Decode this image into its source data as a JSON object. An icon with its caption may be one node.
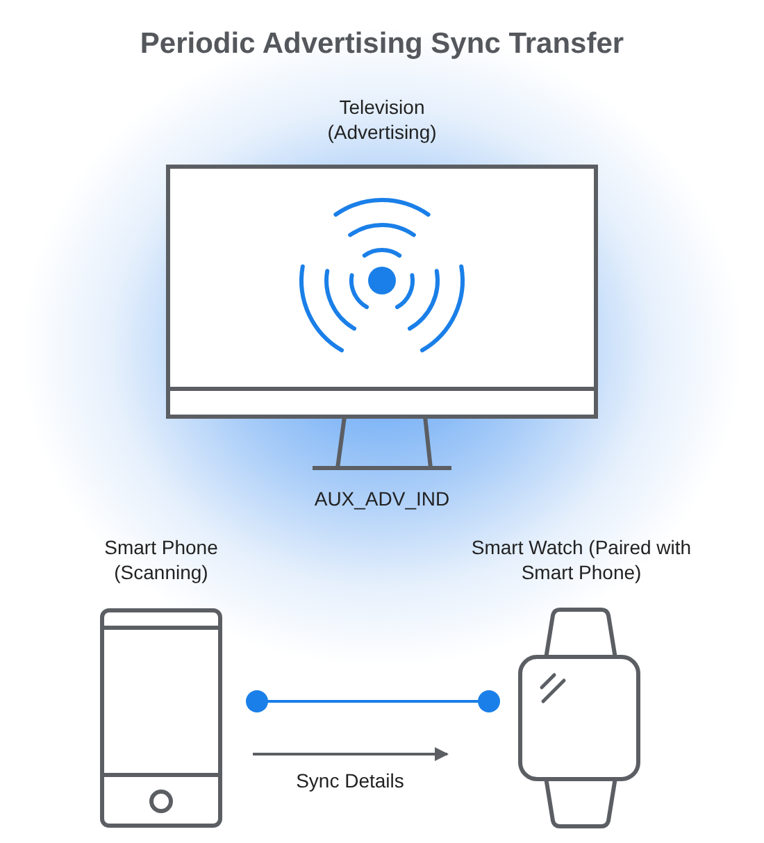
{
  "diagram": {
    "title": "Periodic Advertising Sync Transfer",
    "nodes": [
      {
        "text": [
          "Television (Advertising)"
        ],
        "beside": [
          "AUX_ADV_IND"
        ]
      },
      {
        "text": [
          "Smart Phone (Scanning)"
        ]
      },
      {
        "text": [
          "Smart Watch (Paired with Smart Phone)"
        ]
      }
    ],
    "edges": [
      {
        "from": 1,
        "to": 2,
        "arrow": "other",
        "color": "#1a7fe8"
      },
      {
        "from": 1,
        "to": 2,
        "arrow": "to",
        "label": "Sync Details",
        "color": "#5b5e63"
      }
    ]
  }
}
